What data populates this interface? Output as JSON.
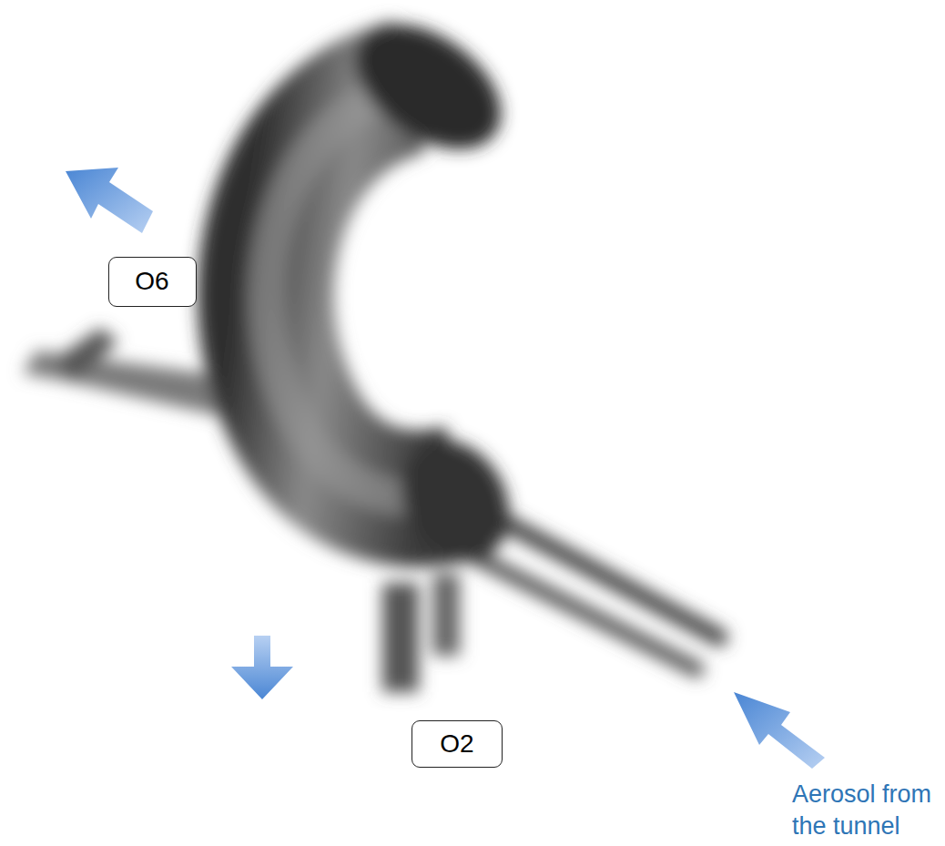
{
  "diagram": {
    "nodes": [
      {
        "text": [
          "O6"
        ]
      },
      {
        "text": [
          "O2"
        ]
      }
    ],
    "edges": [],
    "labels": [
      "Aerosol from the tunnel"
    ]
  }
}
